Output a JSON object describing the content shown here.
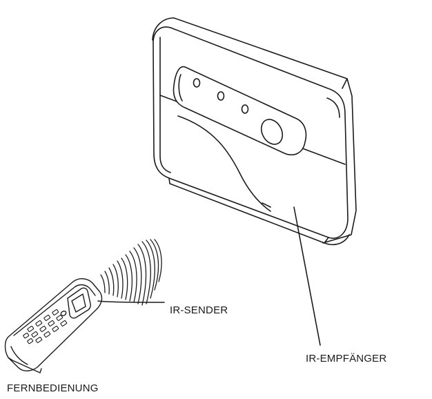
{
  "labels": {
    "ir_sender": "IR-SENDER",
    "ir_receiver": "IR-EMPFÄNGER",
    "remote_control": "FERNBEDIENUNG"
  },
  "colors": {
    "line": "#1a1a1a",
    "background": "#ffffff"
  },
  "icons": [
    "air-conditioner-receiver-unit",
    "remote-control",
    "infrared-signal-waves"
  ]
}
